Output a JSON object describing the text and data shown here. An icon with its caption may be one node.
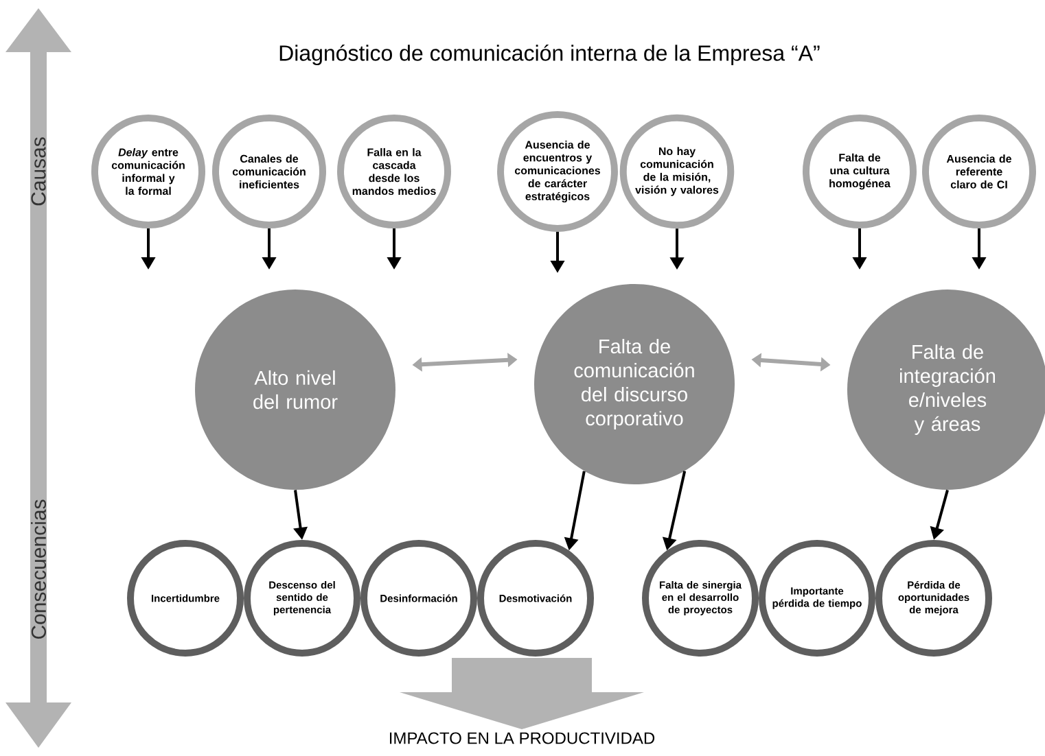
{
  "diagram": {
    "title": "Diagnóstico de comunicación interna de la Empresa “A”",
    "nodes": [
      {
        "text": [
          "*Delay* entre comunicación informal y la formal"
        ]
      },
      {
        "text": [
          "Canales de comunicación ineficientes"
        ]
      },
      {
        "text": [
          "Falla en la cascada desde los mandos medios"
        ]
      },
      {
        "text": [
          "Ausencia de encuentros y comunicaciones de carácter estratégicos"
        ]
      },
      {
        "text": [
          "No hay comunicación de la misión, visión y valores"
        ]
      },
      {
        "text": [
          "Falta de una cultura homogénea"
        ]
      },
      {
        "text": [
          "Ausencia de referente claro de CI"
        ]
      },
      {
        "text": [
          "Alto nivel del rumor"
        ]
      },
      {
        "text": [
          "Falta de comunicación del discurso corporativo"
        ]
      },
      {
        "text": [
          "Falta de integración e/niveles y áreas"
        ]
      },
      {
        "text": [
          "Incertidumbre"
        ]
      },
      {
        "text": [
          "Descenso del sentido de pertenencia"
        ]
      },
      {
        "text": [
          "Desinformación"
        ]
      },
      {
        "text": [
          "Desmotivación"
        ]
      },
      {
        "text": [
          "Falta de sinergia en el desarrollo de proyectos"
        ]
      },
      {
        "text": [
          "Importante pérdida de tiempo"
        ]
      },
      {
        "text": [
          "Pérdida de oportunidades de mejora"
        ]
      },
      {
        "text": [
          "IMPACTO EN LA PRODUCTIVIDAD"
        ]
      }
    ],
    "edges": [
      {
        "from": 0,
        "to": null,
        "arrow": "to"
      },
      {
        "from": 1,
        "to": null,
        "arrow": "to"
      },
      {
        "from": 2,
        "to": null,
        "arrow": "to"
      },
      {
        "from": 3,
        "to": null,
        "arrow": "to"
      },
      {
        "from": 4,
        "to": null,
        "arrow": "to"
      },
      {
        "from": 5,
        "to": null,
        "arrow": "to"
      },
      {
        "from": 6,
        "to": null,
        "arrow": "to"
      },
      {
        "from": 7,
        "to": 8,
        "arrow": "both",
        "color": "#a6a6a6"
      },
      {
        "from": 8,
        "to": 9,
        "arrow": "both",
        "color": "#a6a6a6"
      },
      {
        "from": 7,
        "to": 11,
        "arrow": "to"
      },
      {
        "from": 8,
        "to": 13,
        "arrow": "to"
      },
      {
        "from": 8,
        "to": 14,
        "arrow": "to"
      },
      {
        "from": 9,
        "to": 16,
        "arrow": "to"
      },
      {
        "from": null,
        "to": 17,
        "arrow": "to",
        "style": "thick",
        "color": "#b3b3b3"
      }
    ],
    "labels": [
      "Causas",
      "Consecuencias"
    ]
  }
}
